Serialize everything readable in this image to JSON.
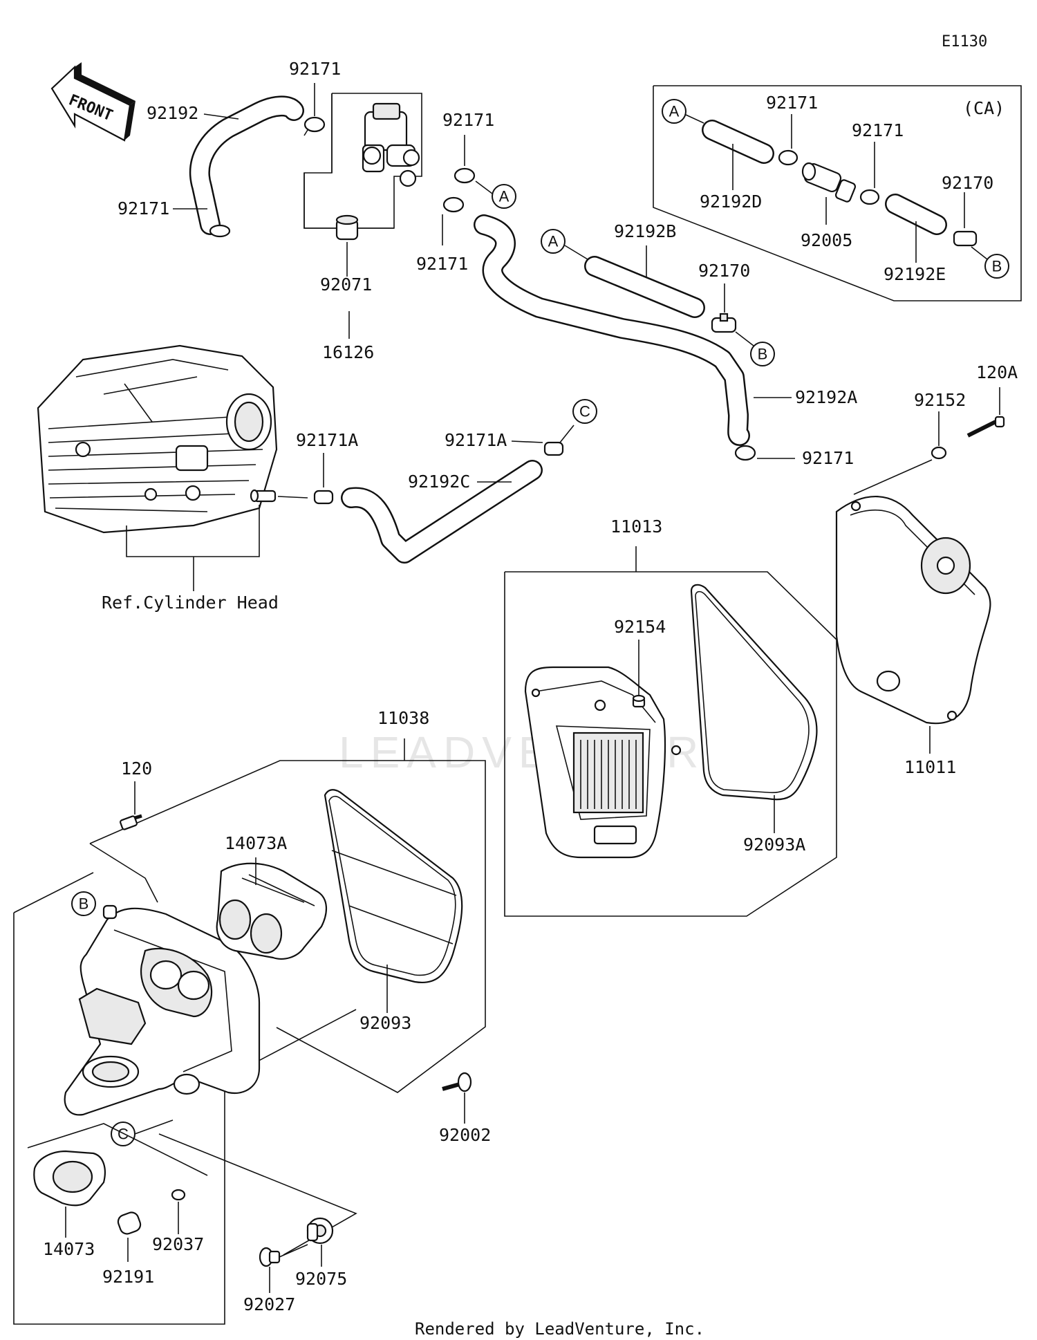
{
  "diagram_code": "E1130",
  "front_arrow_text": "FRONT",
  "region_label": "(CA)",
  "reference_label": "Ref.Cylinder Head",
  "credit": "Rendered by LeadVenture, Inc.",
  "watermark": "LEADVENTURE",
  "connectors": {
    "a": "A",
    "b": "B",
    "c": "C"
  },
  "part_numbers": {
    "p92192": "92192",
    "p92171_top": "92171",
    "p92171_left": "92171",
    "p92171_a": "92171",
    "p92171_mid": "92171",
    "p92171_bottom": "92171",
    "p92071": "92071",
    "p16126": "16126",
    "p92192b": "92192B",
    "p92170": "92170",
    "p92192a": "92192A",
    "ca_92171_1": "92171",
    "ca_92171_2": "92171",
    "ca_92170": "92170",
    "p92192d": "92192D",
    "p92005": "92005",
    "p92192e": "92192E",
    "p92171a_1": "92171A",
    "p92171a_2": "92171A",
    "p92192c": "92192C",
    "p120a": "120A",
    "p92152": "92152",
    "p11013": "11013",
    "p92154": "92154",
    "p11011": "11011",
    "p92093a": "92093A",
    "p11038": "11038",
    "p120": "120",
    "p14073a": "14073A",
    "p92093": "92093",
    "p92002": "92002",
    "p14073": "14073",
    "p92037": "92037",
    "p92191": "92191",
    "p92075": "92075",
    "p92027": "92027"
  }
}
